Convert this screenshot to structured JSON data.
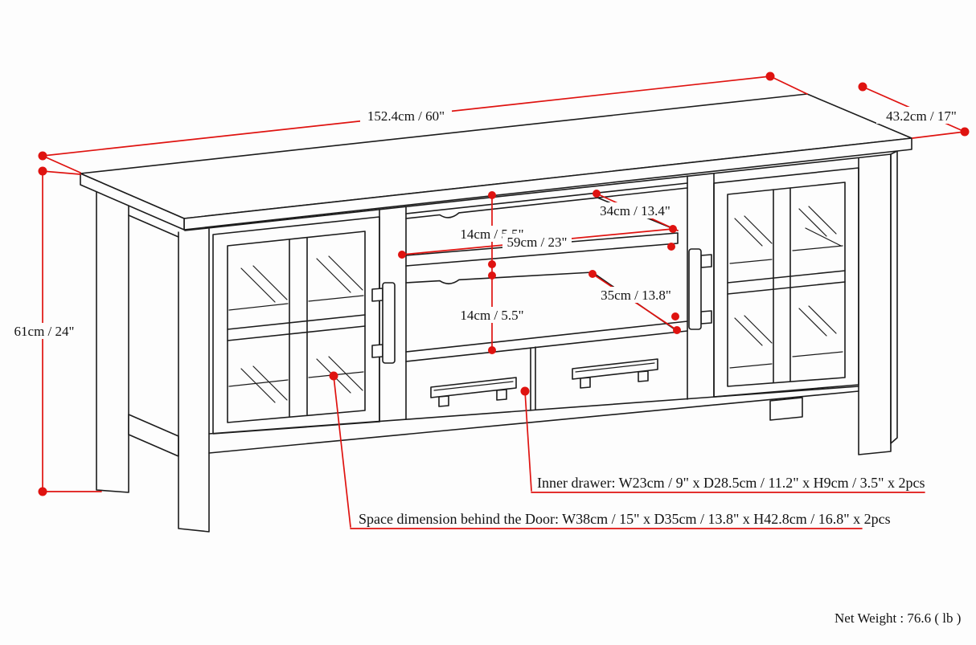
{
  "diagram": {
    "type": "furniture-dimension-drawing",
    "subject": "TV stand isometric line drawing with dimension callouts",
    "colors": {
      "annotation": "#df1310",
      "line": "#1c1c1c",
      "background": "#fdfdfd"
    },
    "labels": {
      "overall_width": "152.4cm / 60\"",
      "overall_depth": "43.2cm / 17\"",
      "overall_height": "61cm / 24\"",
      "upper_opening_height": "14cm / 5.5\"",
      "lower_opening_height": "14cm / 5.5\"",
      "center_opening_width": "59cm / 23\"",
      "upper_shelf_depth": "34cm / 13.4\"",
      "lower_shelf_depth": "35cm / 13.8\"",
      "inner_drawer_note": "Inner drawer: W23cm / 9\" x D28.5cm / 11.2\" x H9cm / 3.5\" x 2pcs",
      "door_space_note": "Space dimension behind the Door: W38cm / 15\" x D35cm / 13.8\" x H42.8cm / 16.8\" x 2pcs",
      "net_weight": "Net Weight : 76.6 ( lb )"
    }
  }
}
